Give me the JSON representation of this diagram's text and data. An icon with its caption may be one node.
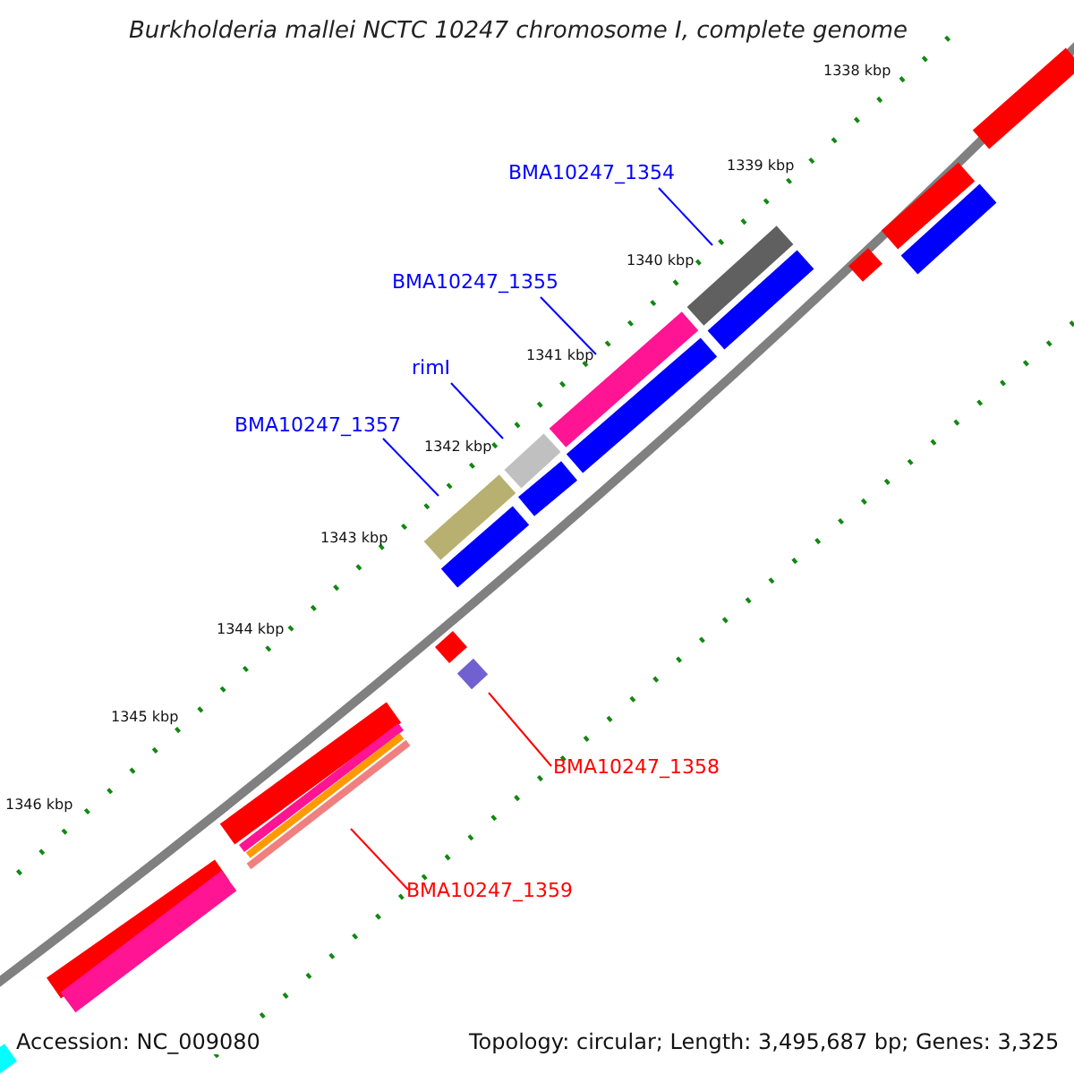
{
  "diagram": {
    "title": "Burkholderia mallei NCTC 10247 chromosome I, complete genome",
    "nodes": [
      {
        "text": [
          "BMA10247_1354"
        ]
      },
      {
        "text": [],
        "shape": "bar"
      },
      {
        "text": [
          "BMA10247_1355"
        ]
      },
      {
        "text": [],
        "shape": "bar"
      },
      {
        "text": [
          "rimI"
        ]
      },
      {
        "text": [],
        "shape": "bar"
      },
      {
        "text": [
          "BMA10247_1357"
        ]
      },
      {
        "text": [],
        "shape": "bar"
      },
      {
        "text": [
          "BMA10247_1358"
        ]
      },
      {
        "text": [],
        "shape": "bar"
      },
      {
        "text": [
          "BMA10247_1359"
        ]
      },
      {
        "text": [],
        "shape": "bar"
      }
    ],
    "edges": [
      {
        "from": 0,
        "to": 1,
        "arrow": "none"
      },
      {
        "from": 2,
        "to": 3,
        "arrow": "none"
      },
      {
        "from": 4,
        "to": 5,
        "arrow": "none"
      },
      {
        "from": 6,
        "to": 7,
        "arrow": "none"
      },
      {
        "from": 8,
        "to": 9,
        "arrow": "none",
        "color": "#ff0000"
      },
      {
        "from": 10,
        "to": 11,
        "arrow": "none",
        "color": "#ff0000"
      }
    ],
    "labels": [
      "1338 kbp",
      "1339 kbp",
      "1340 kbp",
      "1341 kbp",
      "1342 kbp",
      "1343 kbp",
      "1344 kbp",
      "1345 kbp",
      "1346 kbp",
      "Accession: NC_009080",
      "Topology: circular; Length: 3,495,687 bp; Genes: 3,325"
    ]
  }
}
